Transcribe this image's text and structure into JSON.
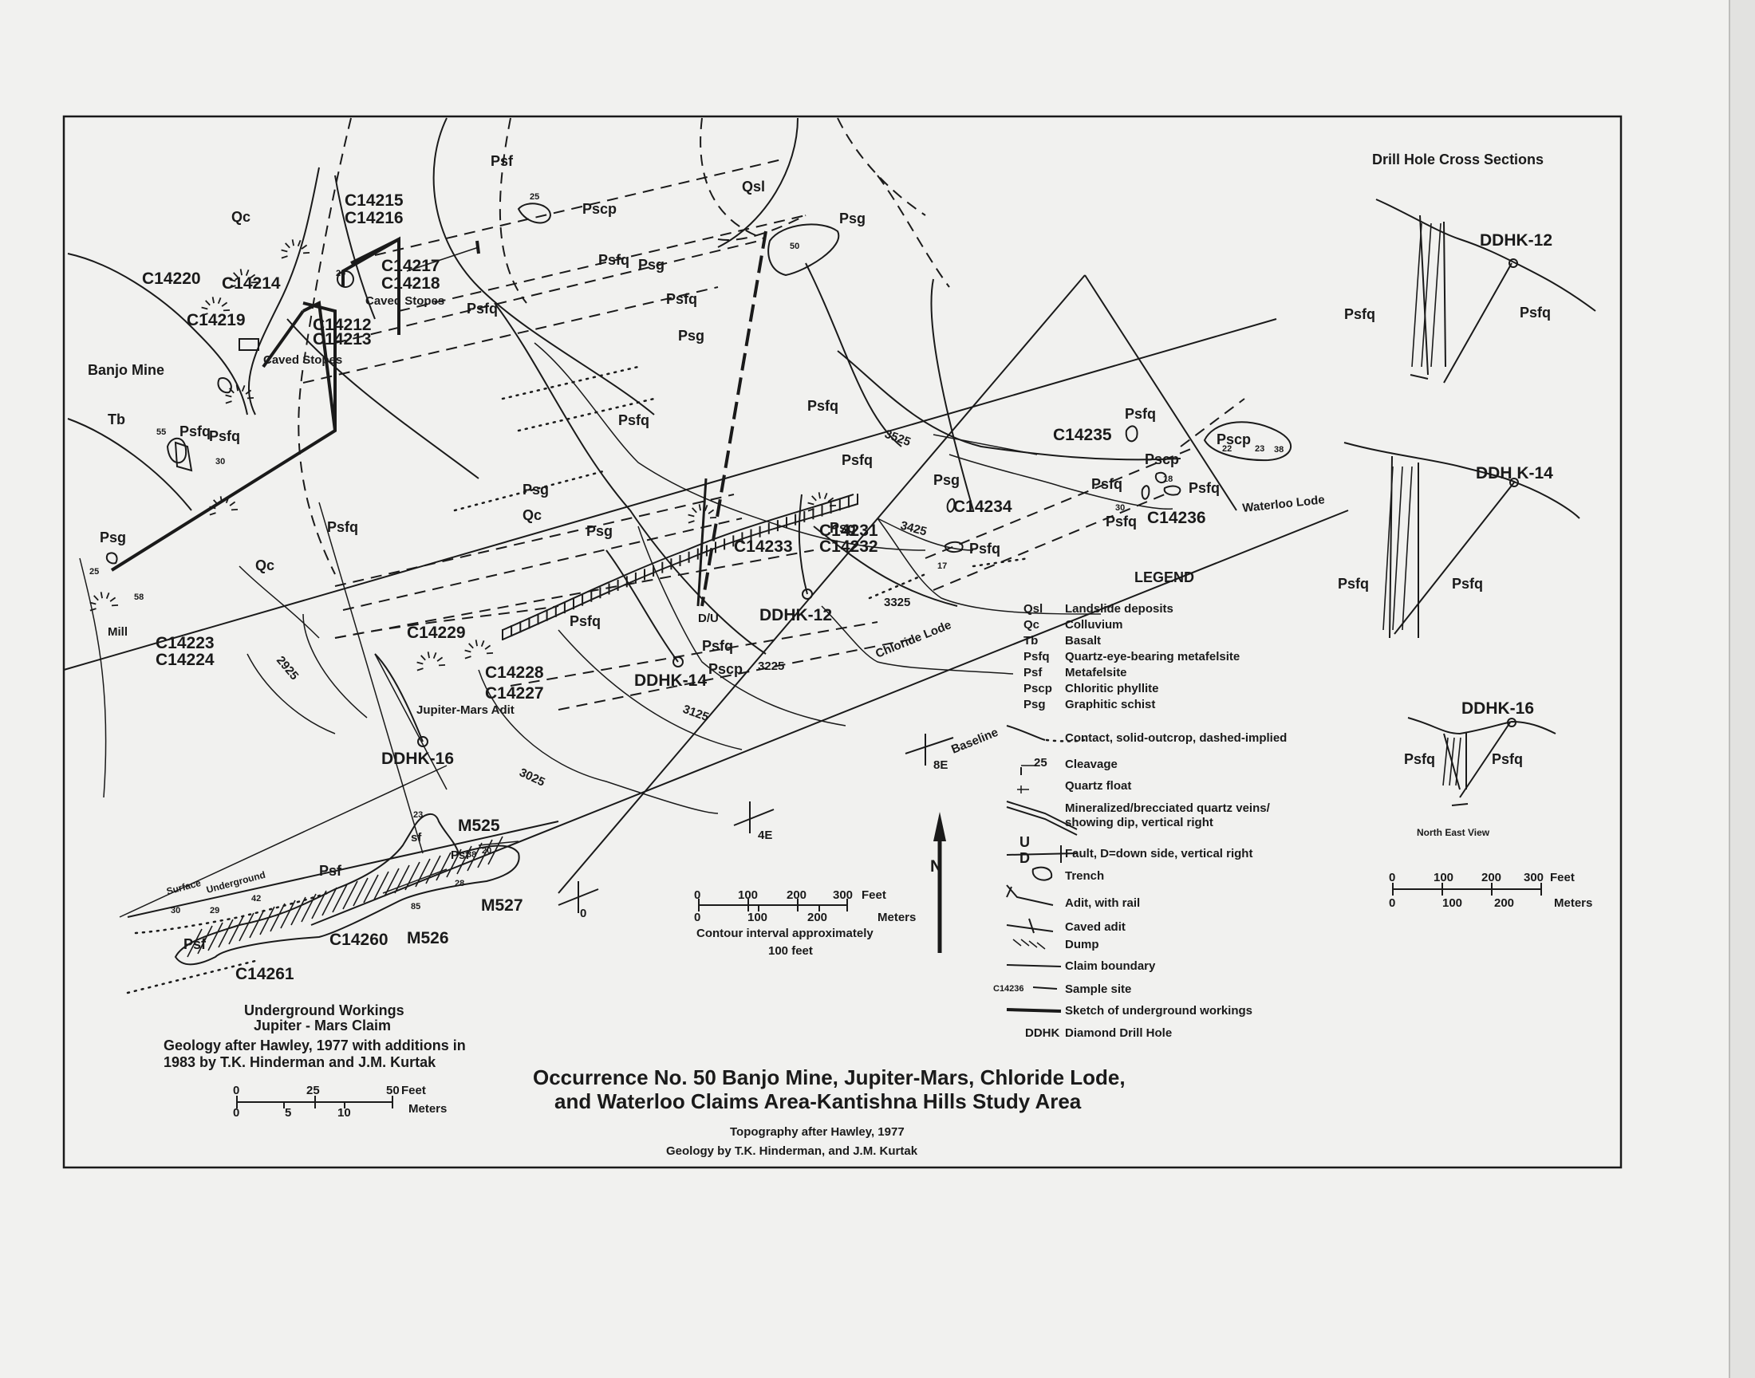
{
  "title": {
    "line1": "Occurrence No. 50  Banjo Mine, Jupiter-Mars, Chloride Lode,",
    "line2": "and Waterloo Claims Area-Kantishna Hills Study Area",
    "credit1": "Topography after Hawley, 1977",
    "credit2": "Geology by T.K. Hinderman, and J.M. Kurtak"
  },
  "main_map": {
    "place_labels": {
      "banjo_mine": "Banjo Mine",
      "caved_stopes_1": "Caved Stopes",
      "caved_stopes_2": "Caved Stopes",
      "jupiter_mars_adit": "Jupiter-Mars Adit",
      "mill": "Mill",
      "waterloo_lode": "Waterloo Lode",
      "chloride_lode": "Chloride Lode",
      "baseline": "Baseline"
    },
    "unit_labels": [
      "Qc",
      "Qc",
      "Qc",
      "Psf",
      "Pscp",
      "Qsl",
      "Psg",
      "Psfq",
      "Psg",
      "Psfq",
      "Psg",
      "Psfq",
      "Psfq",
      "Psfq",
      "Psg",
      "Psg",
      "Psfq",
      "Psfq",
      "Psfq",
      "Psg",
      "Psfq",
      "Psg",
      "Pscp",
      "Tb",
      "Psfq",
      "Psfq",
      "Psfq",
      "Psfq",
      "Pscp",
      "Pscp",
      "Psfq",
      "Psfq",
      "Psfq",
      "Psg"
    ],
    "samples": [
      "C14215",
      "C14216",
      "C14217",
      "C14218",
      "C14220",
      "C14214",
      "C14219",
      "C14212",
      "C14213",
      "C14235",
      "C14234",
      "C14236",
      "C14231",
      "C14232",
      "C14233",
      "C14229",
      "C14228",
      "C14227",
      "C14223",
      "C14224"
    ],
    "drill_holes": [
      "DDHK-12",
      "DDHK-14",
      "DDHK-16"
    ],
    "contours": [
      "3525",
      "3425",
      "3325",
      "3225",
      "3125",
      "3025",
      "2925"
    ],
    "dip_values": [
      "25",
      "50",
      "55",
      "30",
      "23",
      "22",
      "38",
      "18",
      "30",
      "17",
      "25",
      "58",
      "20"
    ],
    "fault_label": "D/U",
    "north": "N",
    "grid_ticks": [
      "8E",
      "4E",
      "0"
    ]
  },
  "scale_main": {
    "feet_ticks": [
      "0",
      "100",
      "200",
      "300"
    ],
    "feet_unit": "Feet",
    "meter_ticks": [
      "0",
      "100",
      "200"
    ],
    "meter_unit": "Meters",
    "contour_note_1": "Contour interval approximately",
    "contour_note_2": "100 feet"
  },
  "legend": {
    "heading": "LEGEND",
    "units": [
      {
        "code": "Qsl",
        "desc": "Landslide deposits"
      },
      {
        "code": "Qc",
        "desc": "Colluvium"
      },
      {
        "code": "Tb",
        "desc": "Basalt"
      },
      {
        "code": "Psfq",
        "desc": "Quartz-eye-bearing metafelsite"
      },
      {
        "code": "Psf",
        "desc": "Metafelsite"
      },
      {
        "code": "Pscp",
        "desc": "Chloritic phyllite"
      },
      {
        "code": "Psg",
        "desc": "Graphitic schist"
      }
    ],
    "symbols": {
      "contact": "Contact, solid-outcrop, dashed-implied",
      "cleavage": "Cleavage",
      "cleavage_num": "25",
      "quartz_float": "Quartz float",
      "veins_1": "Mineralized/brecciated quartz veins/",
      "veins_2": "showing dip, vertical right",
      "fault": "Fault, D=down side, vertical right",
      "fault_u": "U",
      "fault_d": "D",
      "trench": "Trench",
      "adit": "Adit, with rail",
      "caved_adit": "Caved adit",
      "dump": "Dump",
      "claim": "Claim boundary",
      "sample": "Sample site",
      "sample_code": "C14236",
      "underground": "Sketch of underground workings",
      "ddhk_code": "DDHK",
      "ddhk": "Diamond Drill Hole"
    }
  },
  "cross_sections": {
    "heading": "Drill Hole Cross Sections",
    "ddhk12": {
      "name": "DDHK-12",
      "left": "Psfq",
      "right": "Psfq"
    },
    "ddhk14": {
      "name": "DDH K-14",
      "left": "Psfq",
      "right": "Psfq"
    },
    "ddhk16": {
      "name": "DDHK-16",
      "left": "Psfq",
      "right": "Psfq",
      "view": "North East View"
    },
    "scale": {
      "feet_ticks": [
        "0",
        "100",
        "200",
        "300"
      ],
      "feet_unit": "Feet",
      "meter_ticks": [
        "0",
        "100",
        "200"
      ],
      "meter_unit": "Meters"
    }
  },
  "underground": {
    "labels": {
      "surface": "Surface",
      "underground": "Underground",
      "psf_1": "Psf",
      "psf_2": "Psf",
      "sf": "sf",
      "psf_3": "Psf"
    },
    "samples": [
      "M525",
      "M527",
      "M526",
      "C14260",
      "C14261"
    ],
    "dips": [
      "30",
      "29",
      "42",
      "23",
      "38",
      "28",
      "85",
      "20"
    ],
    "caption1": "Underground Workings",
    "caption2": "Jupiter - Mars Claim",
    "caption3": "Geology after Hawley, 1977 with additions in",
    "caption4": "1983 by T.K. Hinderman and J.M. Kurtak",
    "scale_feet_ticks": [
      "0",
      "25",
      "50"
    ],
    "scale_feet_unit": "Feet",
    "scale_meter_ticks": [
      "0",
      "5",
      "10"
    ],
    "scale_meter_unit": "Meters"
  }
}
